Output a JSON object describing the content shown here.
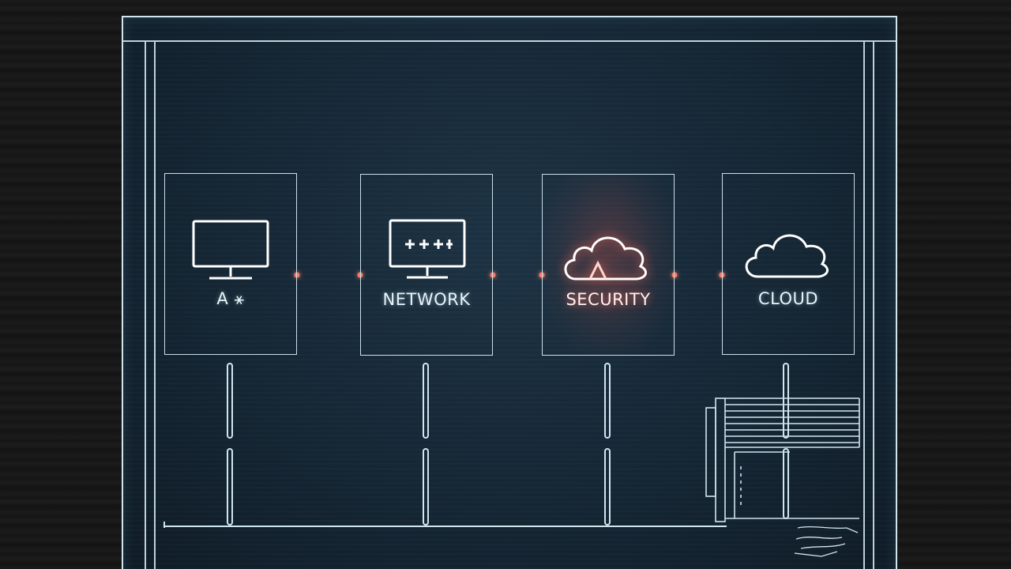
{
  "nodes": [
    {
      "label": "A  ⚹",
      "icon": "monitor-icon"
    },
    {
      "label": "NETWORK",
      "icon": "monitor-plus-icon"
    },
    {
      "label": "SECURITY",
      "icon": "cloud-warning-icon",
      "highlight": "#e8574a"
    },
    {
      "label": "CLOUD",
      "icon": "cloud-icon"
    }
  ],
  "colors": {
    "line": "#cfe6ef",
    "board": "#152634",
    "alert": "#e8574a"
  }
}
